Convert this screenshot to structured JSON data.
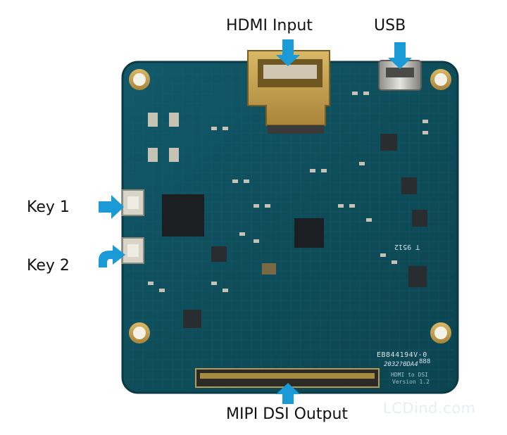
{
  "labels": {
    "hdmi_input": "HDMI Input",
    "usb": "USB",
    "key1": "Key 1",
    "key2": "Key 2",
    "mipi_output": "MIPI DSI Output"
  },
  "board_text": {
    "part_number": "EB844194V-0",
    "date_code": "2032?0DA4",
    "function": "HDMI to DSI",
    "version": "Version 1.2",
    "mark": "888",
    "rotated_mark": "T 9512"
  },
  "watermark": "LCDind.com",
  "colors": {
    "pcb": "#0f4f5c",
    "pcb_edge": "#0a3d48",
    "arrow": "#1a9ad6",
    "gold": "#c9a24a",
    "chip": "#1c1f22",
    "label_text": "#111111"
  }
}
